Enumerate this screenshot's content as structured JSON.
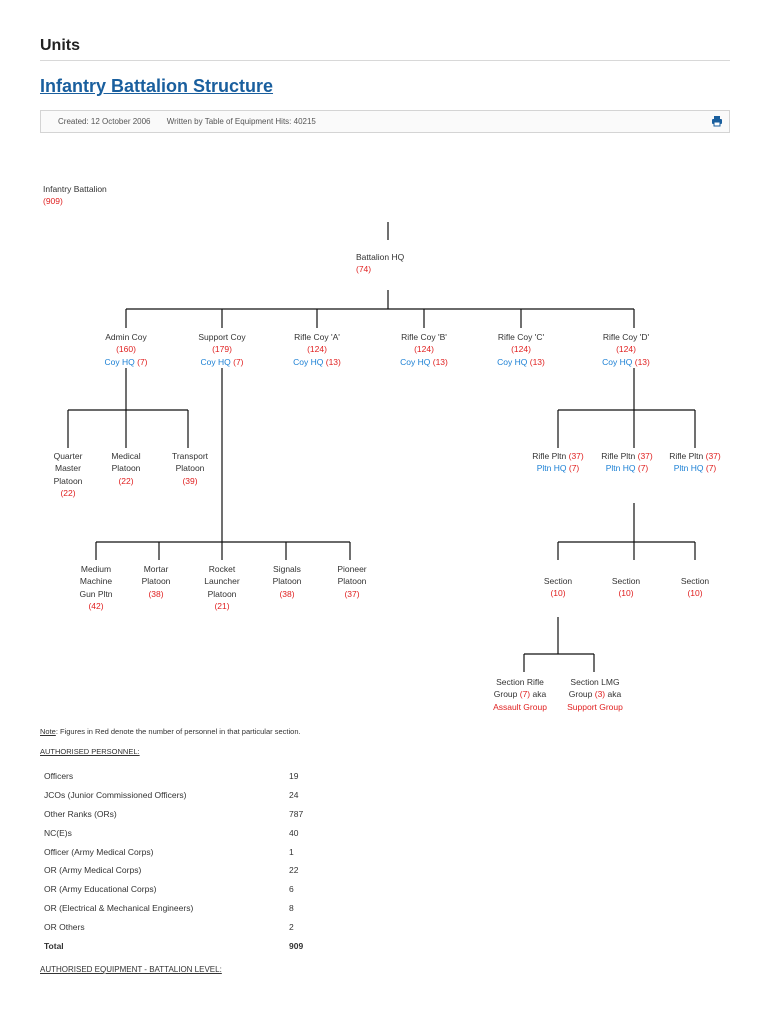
{
  "section": {
    "title": "Units"
  },
  "article": {
    "title": "Infantry Battalion Structure",
    "created": "Created: 12 October 2006",
    "written_by": "Written by Table of Equipment Hits: 40215"
  },
  "org": {
    "battalion": {
      "name": "Infantry Battalion",
      "count": "(909)"
    },
    "hq": {
      "name": "Battalion HQ",
      "count": "(74)"
    },
    "coys": [
      {
        "name": "Admin Coy",
        "count": "(160)",
        "hq": "Coy HQ",
        "hq_count": "(7)"
      },
      {
        "name": "Support Coy",
        "count": "(179)",
        "hq": "Coy HQ",
        "hq_count": "(7)"
      },
      {
        "name": "Rifle Coy 'A'",
        "count": "(124)",
        "hq": "Coy HQ",
        "hq_count": "(13)"
      },
      {
        "name": "Rifle Coy 'B'",
        "count": "(124)",
        "hq": "Coy HQ",
        "hq_count": "(13)"
      },
      {
        "name": "Rifle Coy 'C'",
        "count": "(124)",
        "hq": "Coy HQ",
        "hq_count": "(13)"
      },
      {
        "name": "Rifle Coy 'D'",
        "count": "(124)",
        "hq": "Coy HQ",
        "hq_count": "(13)"
      }
    ],
    "admin_platoons": [
      {
        "l1": "Quarter",
        "l2": "Master",
        "l3": "Platoon",
        "count": "(22)"
      },
      {
        "l1": "Medical",
        "l2": "Platoon",
        "count": "(22)"
      },
      {
        "l1": "Transport",
        "l2": "Platoon",
        "count": "(39)"
      }
    ],
    "support_platoons": [
      {
        "l1": "Medium",
        "l2": "Machine",
        "l3": "Gun Pltn",
        "count": "(42)"
      },
      {
        "l1": "Mortar",
        "l2": "Platoon",
        "count": "(38)"
      },
      {
        "l1": "Rocket",
        "l2": "Launcher",
        "l3": "Platoon",
        "count": "(21)"
      },
      {
        "l1": "Signals",
        "l2": "Platoon",
        "count": "(38)"
      },
      {
        "l1": "Pioneer",
        "l2": "Platoon",
        "count": "(37)"
      }
    ],
    "rifle_platoons": [
      {
        "name": "Rifle Pltn",
        "count": "(37)",
        "hq": "Pltn HQ",
        "hq_count": "(7)"
      },
      {
        "name": "Rifle Pltn",
        "count": "(37)",
        "hq": "Pltn HQ",
        "hq_count": "(7)"
      },
      {
        "name": "Rifle Pltn",
        "count": "(37)",
        "hq": "Pltn HQ",
        "hq_count": "(7)"
      }
    ],
    "sections": [
      {
        "name": "Section",
        "count": "(10)"
      },
      {
        "name": "Section",
        "count": "(10)"
      },
      {
        "name": "Section",
        "count": "(10)"
      }
    ],
    "groups": [
      {
        "l1": "Section Rifle",
        "l2a": "Group",
        "count": "(7)",
        "l2b": "aka",
        "aka": "Assault Group"
      },
      {
        "l1": "Section LMG",
        "l2a": "Group",
        "count": "(3)",
        "l2b": "aka",
        "aka": "Support Group"
      }
    ]
  },
  "note": {
    "label": "Note",
    "text": ": Figures in Red denote the number of personnel in that particular section."
  },
  "personnel": {
    "heading": "AUTHORISED PERSONNEL:",
    "rows": [
      {
        "label": "Officers",
        "value": "19"
      },
      {
        "label": "JCOs (Junior Commissioned Officers)",
        "value": "24"
      },
      {
        "label": "Other Ranks (ORs)",
        "value": "787"
      },
      {
        "label": "NC(E)s",
        "value": "40"
      },
      {
        "label": "Officer (Army Medical Corps)",
        "value": "1"
      },
      {
        "label": "OR (Army Medical Corps)",
        "value": "22"
      },
      {
        "label": "OR (Army Educational Corps)",
        "value": "6"
      },
      {
        "label": "OR (Electrical & Mechanical Engineers)",
        "value": "8"
      },
      {
        "label": "OR Others",
        "value": "2"
      },
      {
        "label": "Total",
        "value": "909"
      }
    ]
  },
  "equipment": {
    "heading": "AUTHORISED EQUIPMENT - BATTALION LEVEL:"
  },
  "colors": {
    "link": "#1a5f9e",
    "count_red": "#e02020",
    "hq_blue": "#1a7fd4"
  },
  "icons": {
    "print": "print-icon"
  }
}
